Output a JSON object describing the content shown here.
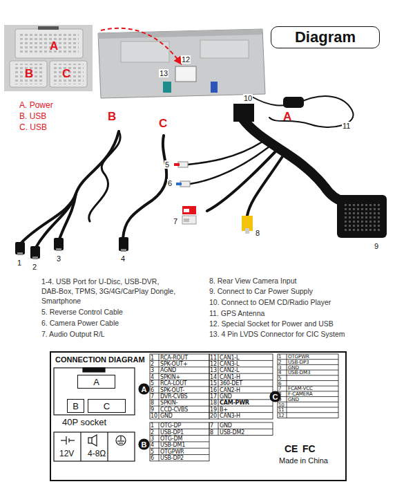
{
  "diagram": {
    "title": "Diagram",
    "nodes": [
      {
        "text": [
          "CONNECTION DIAGRAM"
        ]
      },
      {
        "text": [
          "A"
        ],
        "in": 0
      },
      {
        "text": [
          "B"
        ],
        "in": 0
      },
      {
        "text": [
          "C"
        ],
        "in": 0
      },
      {
        "text": [
          "A"
        ],
        "in": 0
      },
      {
        "text": [
          "B"
        ],
        "in": 0
      },
      {
        "text": [
          "C"
        ],
        "in": 0
      }
    ],
    "labels": [
      "A",
      "B",
      "C",
      "A. Power",
      "B. USB",
      "C. USB",
      "12",
      "13",
      "10",
      "11",
      "B",
      "C",
      "A",
      "5",
      "6",
      "7",
      "8",
      "9",
      "1",
      "2",
      "3",
      "4",
      "1-4. USB Port for U-Disc, USB-DVR, DAB-Box, TPMS, 3G/4G/CarPlay Dongle, Smartphone",
      "5. Reverse Control Cable",
      "6. Camera Power Cable",
      "7. Audio Output R/L",
      "8. Rear View Camera Input",
      "9. Connect to Car Power Supply",
      "10. Connect to OEM CD/Radio Player",
      "11. GPS Antenna",
      "12. Special Socket for Power and USB",
      "13. 4 Pin LVDS Connector for CIC System",
      "40P socket",
      "12V",
      "4-8Ω",
      "1",
      "RCA-ROUT",
      "2",
      "SPK-OUT+",
      "3",
      "AGND",
      "4",
      "SPKIN+",
      "5",
      "RCA-LOUT",
      "6",
      "SPK-OUT-",
      "7",
      "DVR-CVBS",
      "8",
      "SPKIN-",
      "9",
      "CCD-CVBS",
      "10",
      "GND",
      "11",
      "CAN1-L",
      "12",
      "CAN3-L",
      "13",
      "CAN2-L",
      "14",
      "CAN1-H",
      "15",
      "360-DET",
      "16",
      "CAN2-H",
      "17",
      "GND",
      "18",
      "CAM-PWR",
      "19",
      "B+",
      "20",
      "CAN3-H",
      "1",
      "OTG-DP",
      "2",
      "USB-DP1",
      "3",
      "OTG-DM",
      "4",
      "USB-DM1",
      "5",
      "OTGPWR",
      "6",
      "USB-DP2",
      "7",
      "GND",
      "8",
      "USB-DM2",
      "1",
      "OTGPWR",
      "2",
      "USB-DP3",
      "3",
      "GND",
      "4",
      "USB-DM3",
      "5",
      "6",
      "7",
      "FCAM-VCC",
      "8",
      "F-CAMERA",
      "9",
      "GND",
      "10",
      "11",
      "12",
      "CE",
      "FC",
      "Made in China"
    ]
  }
}
